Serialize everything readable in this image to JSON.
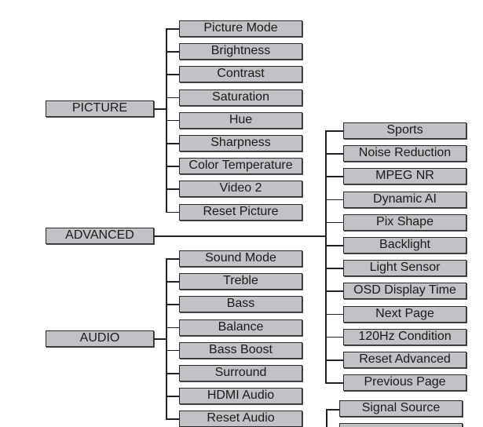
{
  "menus": [
    {
      "label": "PICTURE",
      "items": [
        "Picture Mode",
        "Brightness",
        "Contrast",
        "Saturation",
        "Hue",
        "Sharpness",
        "Color Temperature",
        "Video 2",
        "Reset Picture"
      ]
    },
    {
      "label": "ADVANCED",
      "items": [
        "Sports",
        "Noise Reduction",
        "MPEG NR",
        "Dynamic AI",
        "Pix Shape",
        "Backlight",
        "Light Sensor",
        "OSD Display Time",
        "Next Page",
        "120Hz Condition",
        "Reset Advanced",
        "Previous Page"
      ]
    },
    {
      "label": "AUDIO",
      "items": [
        "Sound Mode",
        "Treble",
        "Bass",
        "Balance",
        "Bass Boost",
        "Surround",
        "HDMI Audio",
        "Reset Audio"
      ]
    }
  ],
  "partial_menu": {
    "items": [
      "Signal Source",
      ""
    ]
  },
  "colors": {
    "box_fill": "#c2c2c6",
    "border": "#2a2a2a"
  }
}
